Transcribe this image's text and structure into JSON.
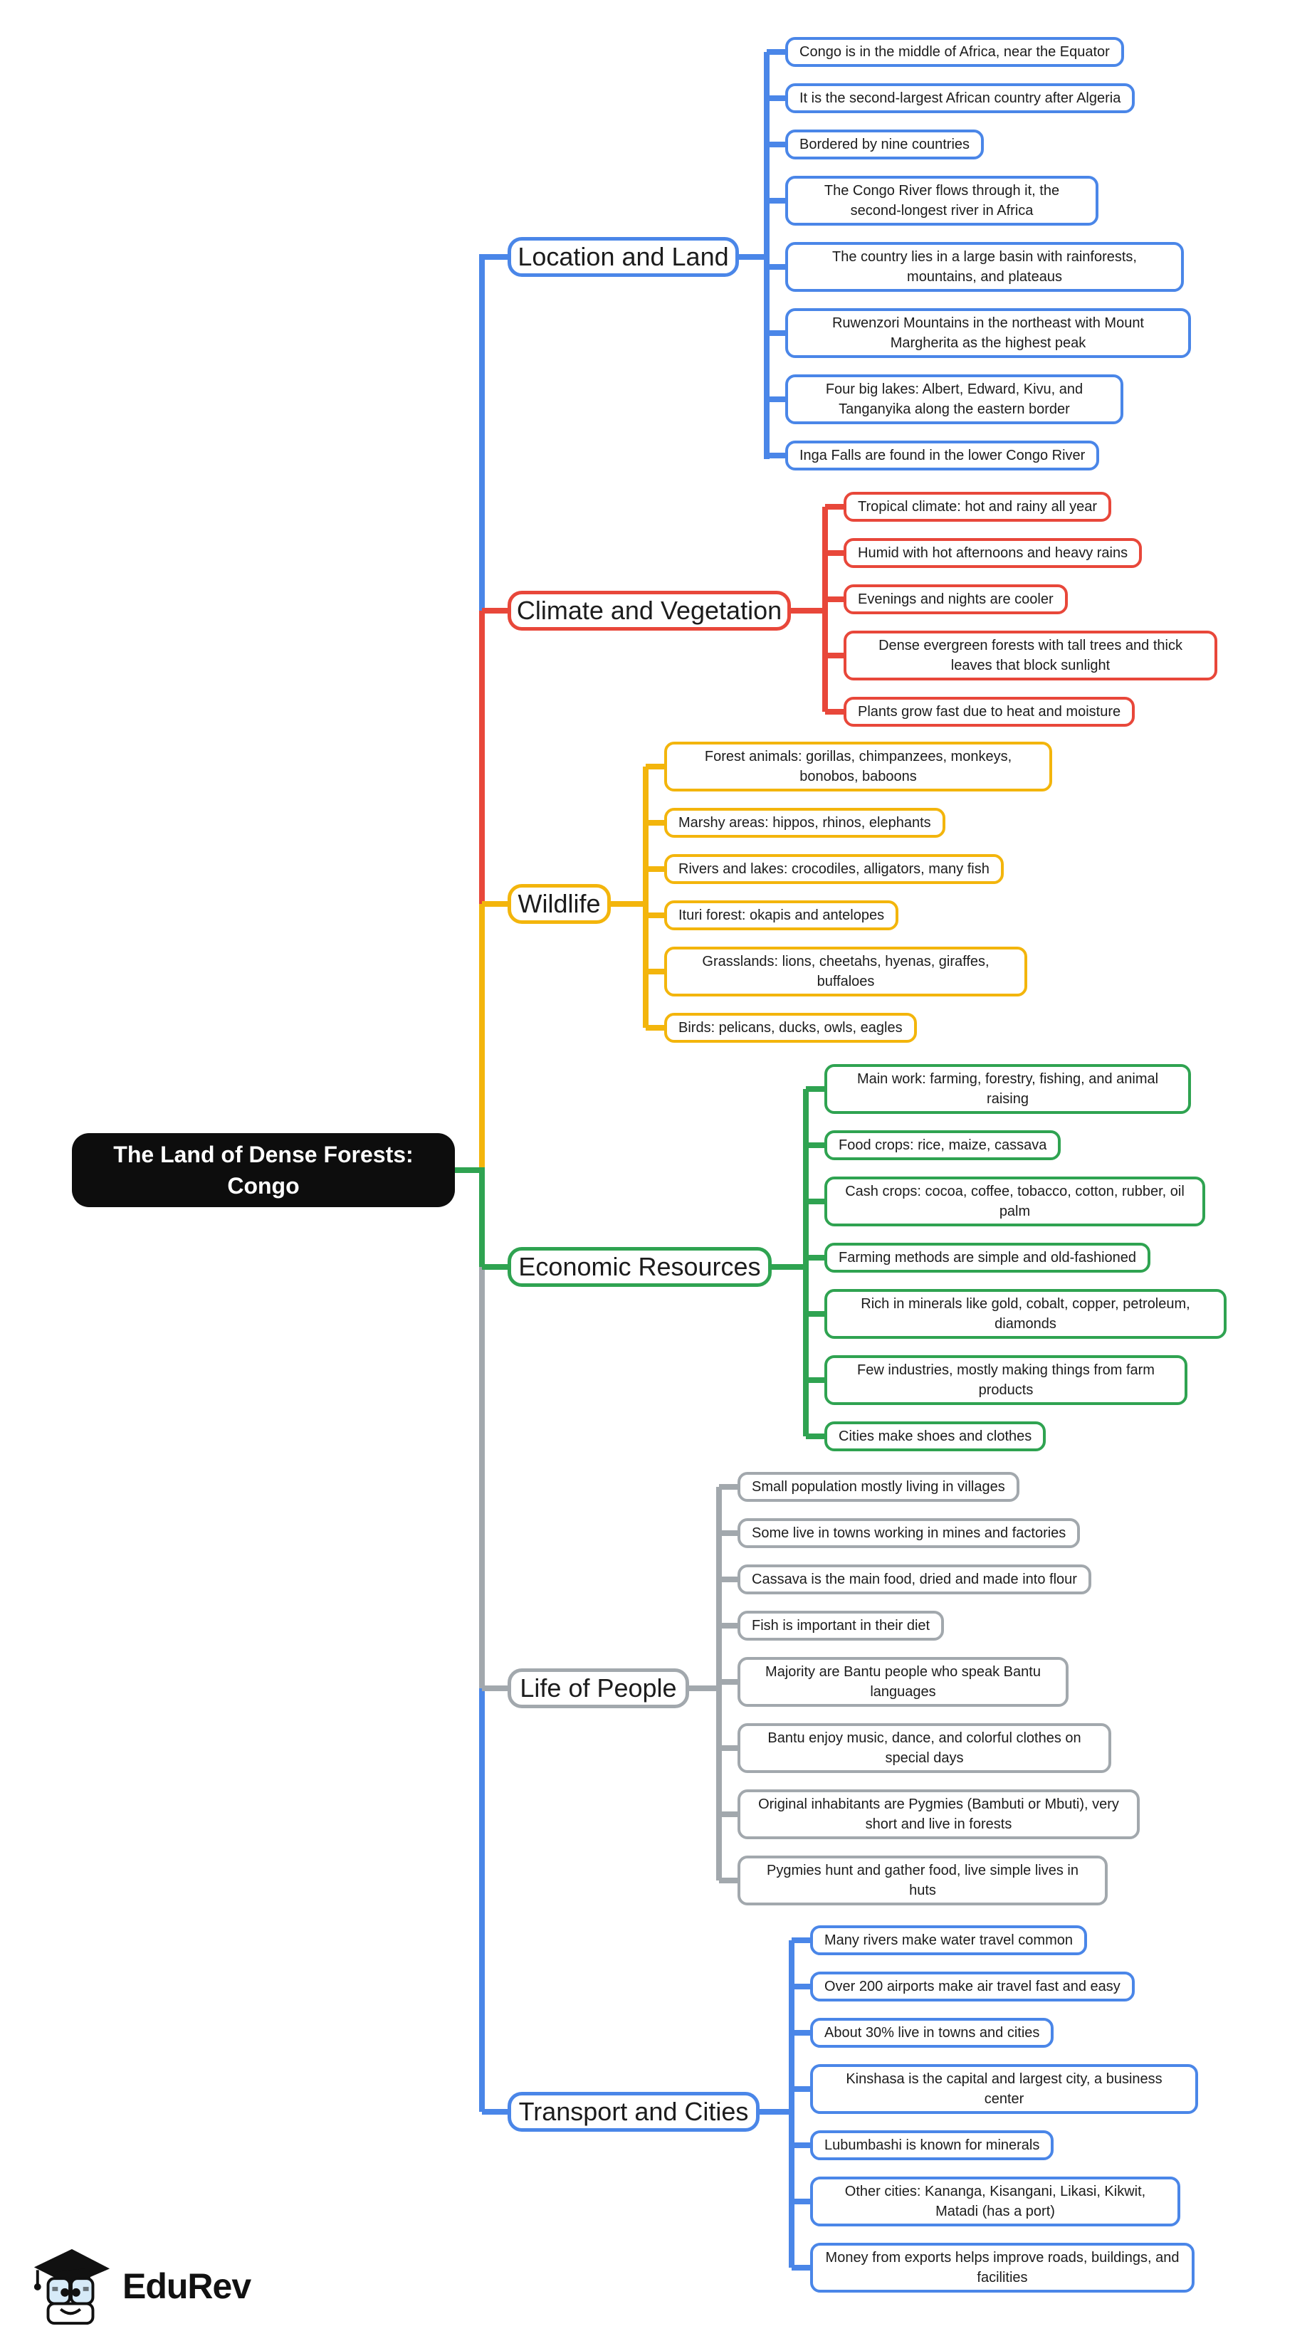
{
  "root": {
    "title": "The Land of Dense Forests: Congo"
  },
  "palette": {
    "blue": "#4a86e8",
    "red": "#e8473a",
    "yellow": "#f3b50c",
    "green": "#2fa351",
    "gray": "#a2a8ad",
    "root_bg": "#0d0d0d",
    "root_text": "#ffffff"
  },
  "branches": [
    {
      "label": "Location and Land",
      "color": "#4a86e8",
      "children": [
        "Congo is in the middle of Africa, near the Equator",
        "It is the second-largest African country after Algeria",
        "Bordered by nine countries",
        "The Congo River flows through it, the second-longest river in Africa",
        "The country lies in a large basin with rainforests, mountains, and plateaus",
        "Ruwenzori Mountains in the northeast with Mount Margherita as the highest peak",
        "Four big lakes: Albert, Edward, Kivu, and Tanganyika along the eastern border",
        "Inga Falls are found in the lower Congo River"
      ]
    },
    {
      "label": "Climate and Vegetation",
      "color": "#e8473a",
      "children": [
        "Tropical climate: hot and rainy all year",
        "Humid with hot afternoons and heavy rains",
        "Evenings and nights are cooler",
        "Dense evergreen forests with tall trees and thick leaves that block sunlight",
        "Plants grow fast due to heat and moisture"
      ]
    },
    {
      "label": "Wildlife",
      "color": "#f3b50c",
      "children": [
        "Forest animals: gorillas, chimpanzees, monkeys, bonobos, baboons",
        "Marshy areas: hippos, rhinos, elephants",
        "Rivers and lakes: crocodiles, alligators, many fish",
        "Ituri forest: okapis and antelopes",
        "Grasslands: lions, cheetahs, hyenas, giraffes, buffaloes",
        "Birds: pelicans, ducks, owls, eagles"
      ]
    },
    {
      "label": "Economic Resources",
      "color": "#2fa351",
      "children": [
        "Main work: farming, forestry, fishing, and animal raising",
        "Food crops: rice, maize, cassava",
        "Cash crops: cocoa, coffee, tobacco, cotton, rubber, oil palm",
        "Farming methods are simple and old-fashioned",
        "Rich in minerals like gold, cobalt, copper, petroleum, diamonds",
        "Few industries, mostly making things from farm products",
        "Cities make shoes and clothes"
      ]
    },
    {
      "label": "Life of People",
      "color": "#a2a8ad",
      "children": [
        "Small population mostly living in villages",
        "Some live in towns working in mines and factories",
        "Cassava is the main food, dried and made into flour",
        "Fish is important in their diet",
        "Majority are Bantu people who speak Bantu languages",
        "Bantu enjoy music, dance, and colorful clothes on special days",
        "Original inhabitants are Pygmies (Bambuti or Mbuti), very short and live in forests",
        "Pygmies hunt and gather food, live simple lives in huts"
      ]
    },
    {
      "label": "Transport and Cities",
      "color": "#4a86e8",
      "children": [
        "Many rivers make water travel common",
        "Over 200 airports make air travel fast and easy",
        "About 30% live in towns and cities",
        "Kinshasa is the capital and largest city, a business center",
        "Lubumbashi is known for minerals",
        "Other cities: Kananga, Kisangani, Likasi, Kikwit, Matadi (has a port)",
        "Money from exports helps improve roads, buildings, and facilities"
      ]
    }
  ],
  "logo": {
    "text": "EduRev"
  }
}
